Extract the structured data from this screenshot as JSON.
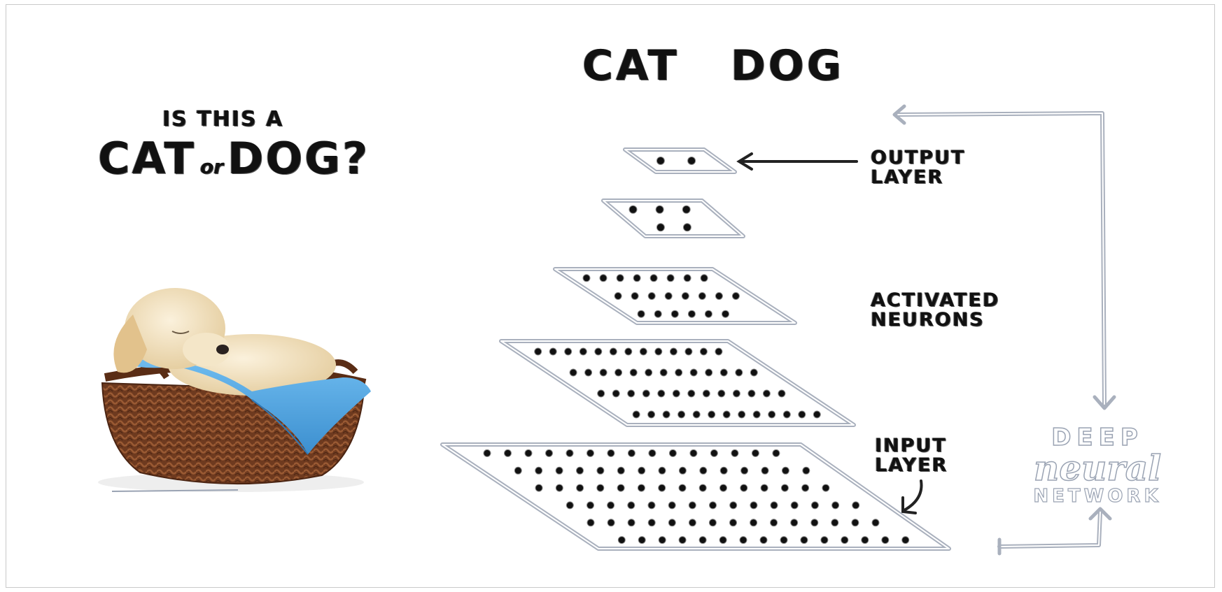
{
  "question": {
    "line1": "IS THIS A",
    "cat": "CAT",
    "or": "or",
    "dog": "DOG",
    "mark": "?"
  },
  "outputs": {
    "cat": "CAT",
    "dog": "DOG"
  },
  "labels": {
    "output_layer": [
      "OUTPUT",
      "LAYER"
    ],
    "activated_neurons": [
      "ACTIVATED",
      "NEURONS"
    ],
    "input_layer": [
      "INPUT",
      "LAYER"
    ]
  },
  "network_title": {
    "line1": "DEEP",
    "line2": "neural",
    "line3": "NETWORK"
  },
  "layers": [
    {
      "name": "input-layer",
      "neurons": 90
    },
    {
      "name": "hidden-layer-1",
      "neurons": 52
    },
    {
      "name": "hidden-layer-2",
      "neurons": 22
    },
    {
      "name": "hidden-layer-3",
      "neurons": 5
    },
    {
      "name": "output-layer",
      "neurons": 2
    }
  ],
  "colors": {
    "layer_outline": "#a9b0bd",
    "neuron": "#111111",
    "arrow_dark": "#222222",
    "arrow_light": "#a9b0bd",
    "blanket": "#5aa9e0",
    "basket": "#7a3f22",
    "puppy": "#f1e2c4"
  }
}
